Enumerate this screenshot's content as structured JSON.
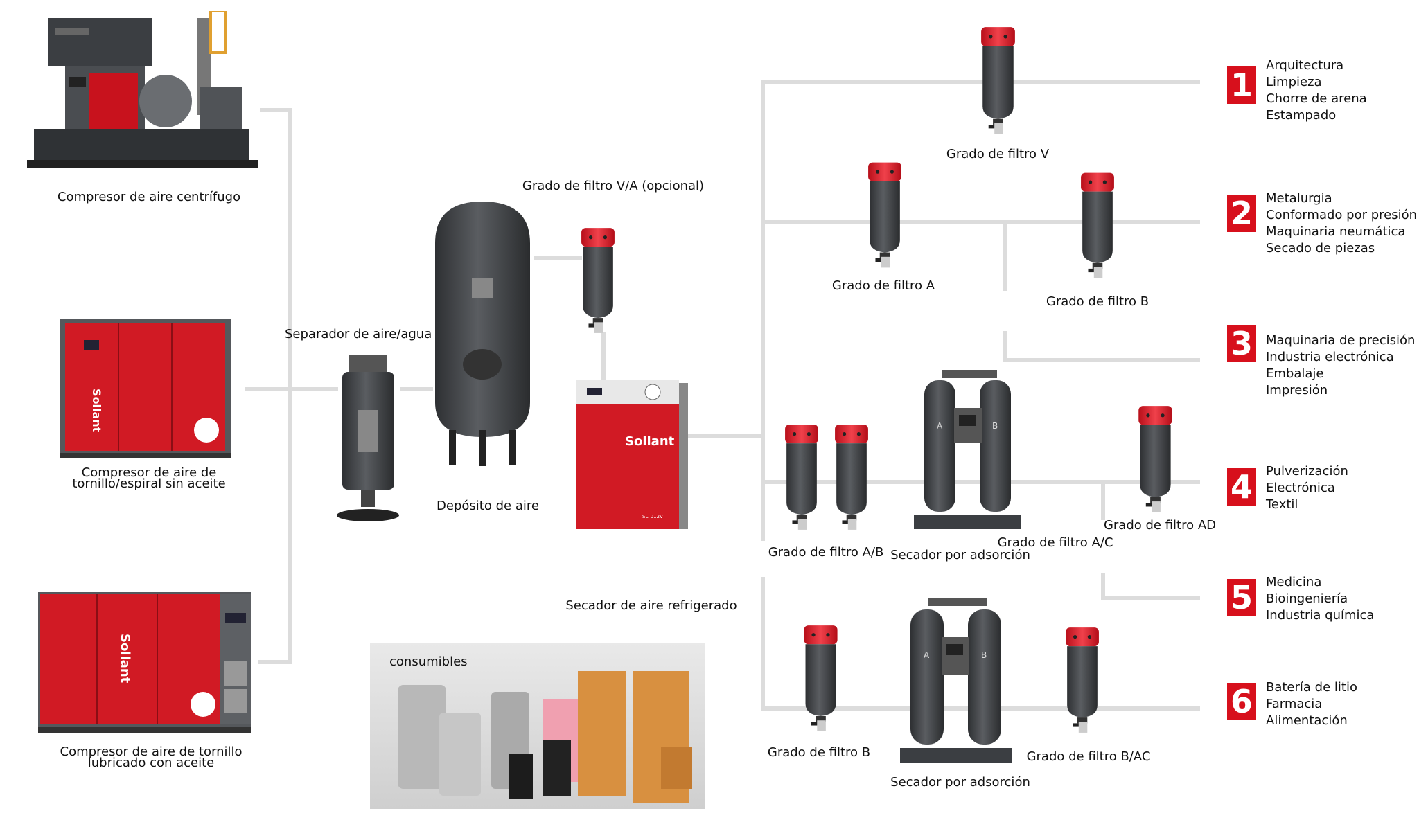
{
  "colors": {
    "accent_red": "#d7101c",
    "line_gray": "#dcdcdc",
    "body_gray": "#4a4d50"
  },
  "compressors": {
    "centrifugal": "Compresor de aire centrífugo",
    "oil_free_line1": "Compresor de aire de",
    "oil_free_line2": "tornillo/espiral sin aceite",
    "lubricated_line1": "Compresor de aire de tornillo",
    "lubricated_line2": "lubricado con aceite"
  },
  "components": {
    "separator": "Separador de aire/agua",
    "filter_va": "Grado de filtro V/A (opcional)",
    "tank": "Depósito de aire",
    "refrigerated_dryer": "Secador de aire refrigerado",
    "consumables": "consumibles"
  },
  "branches": {
    "filter_v": "Grado de filtro V",
    "filter_a": "Grado de filtro A",
    "filter_b": "Grado de filtro B",
    "filter_ab": "Grado de filtro A/B",
    "adsorption_dryer_1": "Secador por adsorción",
    "filter_ac": "Grado de filtro A/C",
    "filter_ad": "Grado de filtro AD",
    "filter_b2": "Grado de filtro B",
    "adsorption_dryer_2": "Secador por adsorción",
    "filter_bac": "Grado de filtro B/AC"
  },
  "brand": {
    "logo_text": "Sollant",
    "dryer_model": "SLT012V"
  },
  "applications": [
    {
      "number": "1",
      "items": [
        "Arquitectura",
        "Limpieza",
        "Chorre de arena",
        "Estampado"
      ]
    },
    {
      "number": "2",
      "items": [
        "Metalurgia",
        "Conformado por presión",
        "Maquinaria neumática",
        "Secado de piezas"
      ]
    },
    {
      "number": "3",
      "items": [
        "Maquinaria de precisión",
        "Industria electrónica",
        "Embalaje",
        "Impresión"
      ]
    },
    {
      "number": "4",
      "items": [
        "Pulverización",
        "Electrónica",
        "Textil"
      ]
    },
    {
      "number": "5",
      "items": [
        "Medicina",
        "Bioingeniería",
        "Industria química"
      ]
    },
    {
      "number": "6",
      "items": [
        "Batería de litio",
        "Farmacia",
        "Alimentación"
      ]
    }
  ]
}
